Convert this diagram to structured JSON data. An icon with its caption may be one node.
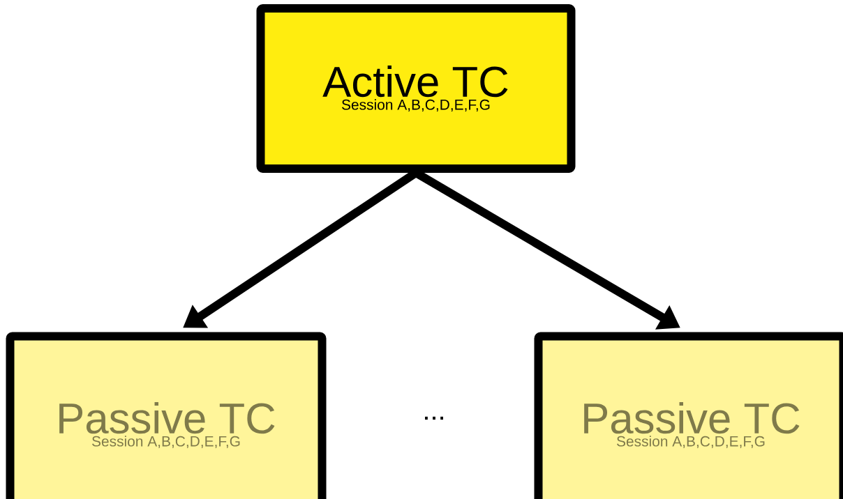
{
  "diagram": {
    "nodes": [
      {
        "text": [
          "Active TC",
          "Session A,B,C,D,E,F,G"
        ]
      },
      {
        "text": [
          "Passive TC",
          "Session A,B,C,D,E,F,G"
        ]
      },
      {
        "text": [
          "Passive TC",
          "Session A,B,C,D,E,F,G"
        ]
      }
    ],
    "edges": [
      {
        "from": 0,
        "to": 1,
        "arrow": "to"
      },
      {
        "from": 0,
        "to": 2,
        "arrow": "to"
      }
    ],
    "labels": [
      "..."
    ]
  }
}
